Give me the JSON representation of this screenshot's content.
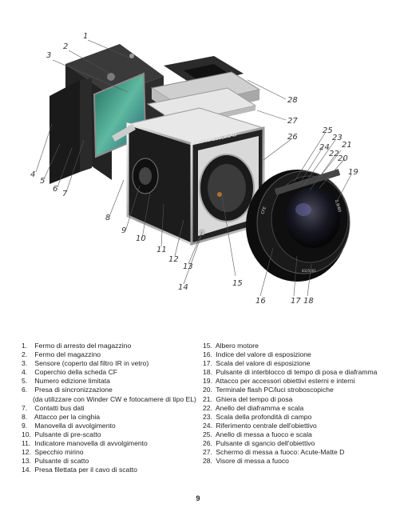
{
  "figure": {
    "camera_brand": "HASSELBLAD",
    "lens_markings": [
      "CFE",
      "2.8/80",
      "8325001"
    ],
    "callouts": [
      "1",
      "2",
      "3",
      "4",
      "5",
      "6",
      "7",
      "8",
      "9",
      "10",
      "11",
      "12",
      "13",
      "14",
      "15",
      "16",
      "17",
      "18",
      "19",
      "20",
      "21",
      "22",
      "23",
      "24",
      "25",
      "26",
      "27",
      "28"
    ]
  },
  "legend": [
    {
      "num": "1.",
      "text": "Fermo di arresto del magazzino"
    },
    {
      "num": "2.",
      "text": "Fermo del magazzino"
    },
    {
      "num": "3.",
      "text": "Sensore (coperto dal filtro IR in vetro)"
    },
    {
      "num": "4.",
      "text": "Coperchio della scheda CF"
    },
    {
      "num": "5.",
      "text": "Numero edizione limitata"
    },
    {
      "num": "6.",
      "text": "Presa di sincronizzazione"
    },
    {
      "num": "",
      "text": "(da utilizzare con Winder CW e fotocamere di tipo EL)"
    },
    {
      "num": "7.",
      "text": "Contatti bus dati"
    },
    {
      "num": "8.",
      "text": "Attacco per la cinghia"
    },
    {
      "num": "9.",
      "text": "Manovella di avvolgimento"
    },
    {
      "num": "10.",
      "text": "Pulsante di pre-scatto"
    },
    {
      "num": "11.",
      "text": "Indicatore manovella di avvolgimento"
    },
    {
      "num": "12.",
      "text": "Specchio mirino"
    },
    {
      "num": "13.",
      "text": "Pulsante di scatto"
    },
    {
      "num": "14.",
      "text": "Presa filettata per il cavo di scatto"
    },
    {
      "num": "15.",
      "text": "Albero motore"
    },
    {
      "num": "16.",
      "text": "Indice del valore di esposizione"
    },
    {
      "num": "17.",
      "text": "Scala del valore di esposizione"
    },
    {
      "num": "18.",
      "text": "Pulsante di interblocco di tempo di posa e diaframma"
    },
    {
      "num": "19.",
      "text": "Attacco per accessori obiettivi esterni e interni"
    },
    {
      "num": "20.",
      "text": "Terminale flash PC/luci stroboscopiche"
    },
    {
      "num": "21.",
      "text": "Ghiera del tempo di posa"
    },
    {
      "num": "22.",
      "text": "Anello del diaframma e scala"
    },
    {
      "num": "23.",
      "text": "Scala della profondità di campo"
    },
    {
      "num": "24.",
      "text": "Riferimento centrale dell'obiettivo"
    },
    {
      "num": "25.",
      "text": "Anello di messa a fuoco e scala"
    },
    {
      "num": "26.",
      "text": "Pulsante di sgancio dell'obiettivo"
    },
    {
      "num": "27.",
      "text": "Schermo di messa a fuoco: Acute-Matte D"
    },
    {
      "num": "28.",
      "text": "Visore di messa a fuoco"
    }
  ],
  "page_number": "9"
}
